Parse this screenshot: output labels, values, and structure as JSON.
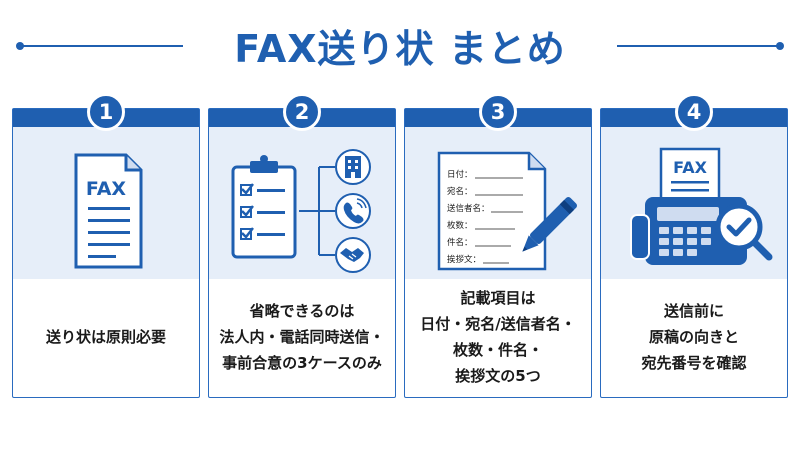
{
  "title": "FAX送り状 まとめ",
  "colors": {
    "primary": "#1f5fb0",
    "panel": "#e6eef9",
    "text": "#1a1a1a"
  },
  "cards": [
    {
      "number": "1",
      "icon": "fax-document-icon",
      "doc_label": "FAX",
      "lines": [
        "送り状は原則必要"
      ]
    },
    {
      "number": "2",
      "icon": "clipboard-checklist-icon",
      "branch_icons": [
        "building-icon",
        "phone-icon",
        "handshake-icon"
      ],
      "lines": [
        "省略できるのは",
        "法人内・電話同時送信・",
        "事前合意の3ケースのみ"
      ]
    },
    {
      "number": "3",
      "icon": "form-document-pen-icon",
      "form_fields": [
        "日付：",
        "宛名：",
        "送信者名：",
        "枚数：",
        "件名：",
        "挨拶文："
      ],
      "lines": [
        "記載項目は",
        "日付・宛名/送信者名・",
        "枚数・件名・",
        "挨拶文の5つ"
      ]
    },
    {
      "number": "4",
      "icon": "fax-machine-magnifier-icon",
      "doc_label": "FAX",
      "lines": [
        "送信前に",
        "原稿の向きと",
        "宛先番号を確認"
      ]
    }
  ]
}
